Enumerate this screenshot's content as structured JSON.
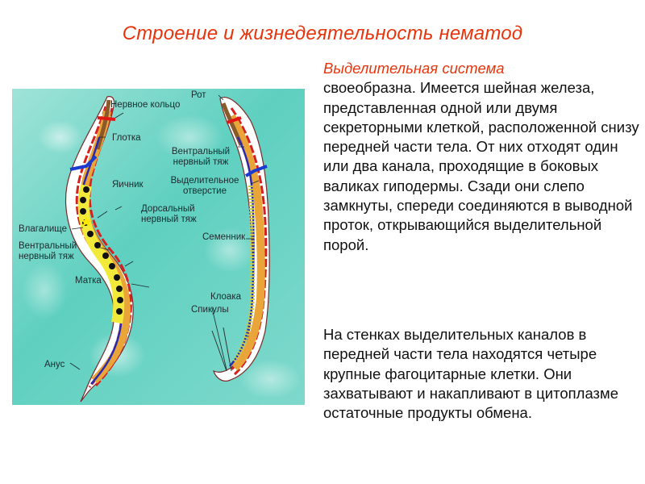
{
  "slide": {
    "title": "Строение и жизнедеятельность нематод",
    "colors": {
      "title": "#e8340c",
      "accent": "#e8340c",
      "body_text": "#111111",
      "figure_background": "#6fd4c5"
    }
  },
  "figure": {
    "description": "Nematode anatomy: female (left) and male (right)",
    "labels": {
      "nerve_ring": "Нервное кольцо",
      "pharynx": "Глотка",
      "ovary": "Яичник",
      "vagina": "Влагалище",
      "ventral_nerve_cord_left": "Вентральный нервный тяж",
      "uterus": "Матка",
      "anus": "Анус",
      "mouth": "Рот",
      "ventral_nerve_cord_right": "Вентральный нервный тяж",
      "excretory_pore": "Выделительное отверстие",
      "dorsal_nerve_cord": "Дорсальный нервный тяж",
      "testis": "Семенник",
      "cloaca": "Клоака",
      "spicules": "Спикулы"
    }
  },
  "body": {
    "paragraph1_highlight": "Выделительная система",
    "paragraph1_text": "своеобразна. Имеется шейная железа, представленная одной или двумя секреторными клеткой, расположенной снизу передней части тела. От них отходят один или два канала, проходящие в боковых валиках  гиподермы. Сзади они слепо замкнуты, спереди соединяются в выводной проток, открывающийся выделительной порой.",
    "paragraph2_text": "На стенках выделительных каналов в передней части тела находятся четыре крупные фагоцитарные клетки. Они захватывают и накапливают в цитоплазме остаточные продукты обмена."
  }
}
